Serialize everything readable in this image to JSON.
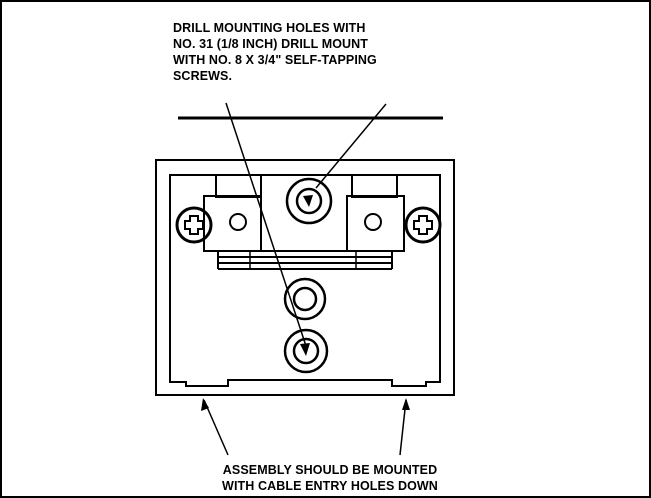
{
  "notes": {
    "top": [
      "DRILL MOUNTING HOLES WITH",
      "NO. 31 (1/8 INCH) DRILL MOUNT",
      "WITH NO. 8 X 3/4\" SELF-TAPPING",
      "SCREWS."
    ],
    "bottom": [
      "ASSEMBLY SHOULD BE MOUNTED",
      "WITH CABLE ENTRY HOLES DOWN"
    ]
  },
  "colors": {
    "line": "#000000",
    "background": "#ffffff"
  }
}
